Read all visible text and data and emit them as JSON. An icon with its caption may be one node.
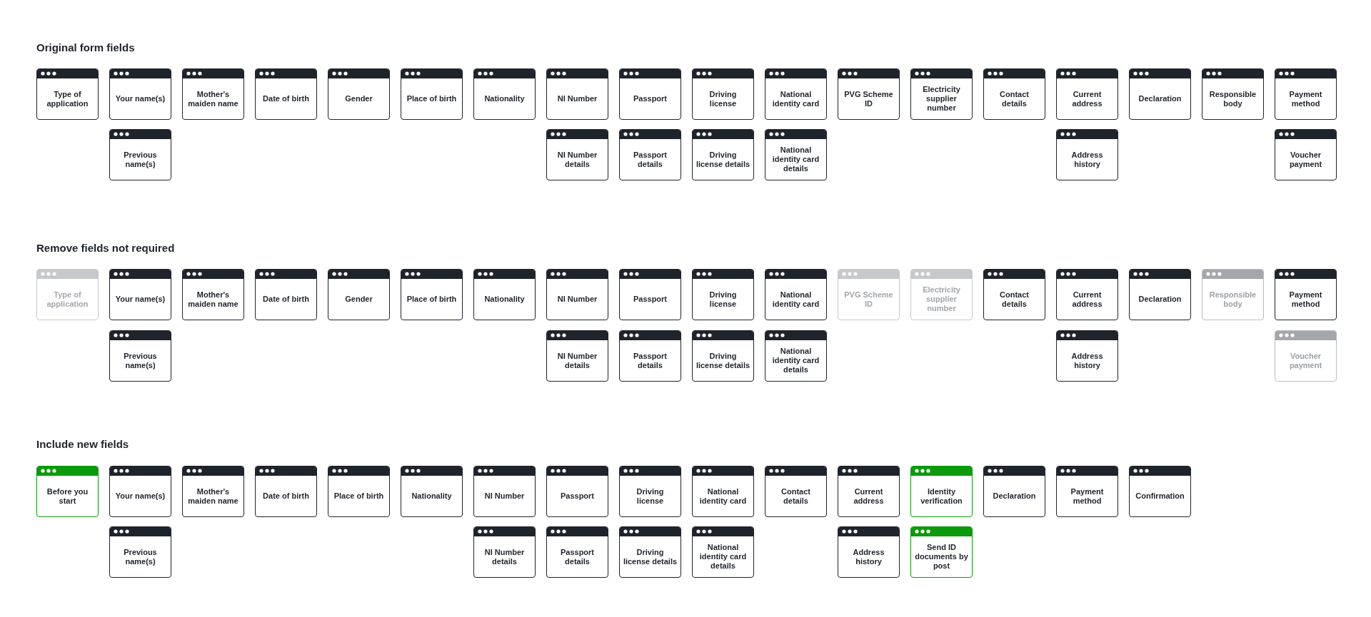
{
  "diagram": {
    "nodes": [
      {
        "text": [
          "Type of application"
        ]
      },
      {
        "text": [
          "Your name(s)"
        ]
      },
      {
        "text": [
          "Mother's maiden name"
        ]
      },
      {
        "text": [
          "Date of birth"
        ]
      },
      {
        "text": [
          "Gender"
        ]
      },
      {
        "text": [
          "Place of birth"
        ]
      },
      {
        "text": [
          "Nationality"
        ]
      },
      {
        "text": [
          "NI Number"
        ]
      },
      {
        "text": [
          "Passport"
        ]
      },
      {
        "text": [
          "Driving license"
        ]
      },
      {
        "text": [
          "National identity card"
        ]
      },
      {
        "text": [
          "PVG Scheme ID"
        ]
      },
      {
        "text": [
          "Electricity supplier number"
        ]
      },
      {
        "text": [
          "Contact details"
        ]
      },
      {
        "text": [
          "Current address"
        ]
      },
      {
        "text": [
          "Declaration"
        ]
      },
      {
        "text": [
          "Responsible body"
        ]
      },
      {
        "text": [
          "Payment method"
        ]
      },
      {
        "text": [
          "Previous name(s)"
        ]
      },
      {
        "text": [
          "NI Number details"
        ]
      },
      {
        "text": [
          "Passport details"
        ]
      },
      {
        "text": [
          "Driving license details"
        ]
      },
      {
        "text": [
          "National identity card details"
        ]
      },
      {
        "text": [
          "Address history"
        ]
      },
      {
        "text": [
          "Voucher payment"
        ]
      },
      {
        "text": [
          "Type of application"
        ]
      },
      {
        "text": [
          "Your name(s)"
        ]
      },
      {
        "text": [
          "Mother's maiden name"
        ]
      },
      {
        "text": [
          "Date of birth"
        ]
      },
      {
        "text": [
          "Gender"
        ]
      },
      {
        "text": [
          "Place of birth"
        ]
      },
      {
        "text": [
          "Nationality"
        ]
      },
      {
        "text": [
          "NI Number"
        ]
      },
      {
        "text": [
          "Passport"
        ]
      },
      {
        "text": [
          "Driving license"
        ]
      },
      {
        "text": [
          "National identity card"
        ]
      },
      {
        "text": [
          "PVG Scheme ID"
        ]
      },
      {
        "text": [
          "Electricity supplier number"
        ]
      },
      {
        "text": [
          "Contact details"
        ]
      },
      {
        "text": [
          "Current address"
        ]
      },
      {
        "text": [
          "Declaration"
        ]
      },
      {
        "text": [
          "Responsible body"
        ]
      },
      {
        "text": [
          "Payment method"
        ]
      },
      {
        "text": [
          "Previous name(s)"
        ]
      },
      {
        "text": [
          "NI Number details"
        ]
      },
      {
        "text": [
          "Passport details"
        ]
      },
      {
        "text": [
          "Driving license details"
        ]
      },
      {
        "text": [
          "National identity card details"
        ]
      },
      {
        "text": [
          "Address history"
        ]
      },
      {
        "text": [
          "Voucher payment"
        ]
      },
      {
        "text": [
          "Before you start"
        ]
      },
      {
        "text": [
          "Your name(s)"
        ]
      },
      {
        "text": [
          "Mother's maiden name"
        ]
      },
      {
        "text": [
          "Date of birth"
        ]
      },
      {
        "text": [
          "Place of birth"
        ]
      },
      {
        "text": [
          "Nationality"
        ]
      },
      {
        "text": [
          "NI Number"
        ]
      },
      {
        "text": [
          "Passport"
        ]
      },
      {
        "text": [
          "Driving license"
        ]
      },
      {
        "text": [
          "National identity card"
        ]
      },
      {
        "text": [
          "Contact details"
        ]
      },
      {
        "text": [
          "Current address"
        ]
      },
      {
        "text": [
          "Identity verification"
        ]
      },
      {
        "text": [
          "Declaration"
        ]
      },
      {
        "text": [
          "Payment method"
        ]
      },
      {
        "text": [
          "Confirmation"
        ]
      },
      {
        "text": [
          "Previous name(s)"
        ]
      },
      {
        "text": [
          "NI Number details"
        ]
      },
      {
        "text": [
          "Passport details"
        ]
      },
      {
        "text": [
          "Driving license details"
        ]
      },
      {
        "text": [
          "National identity card details"
        ]
      },
      {
        "text": [
          "Address history"
        ]
      },
      {
        "text": [
          "Send ID documents by post"
        ]
      }
    ],
    "edges": [],
    "labels": [
      "Original form fields",
      "Remove fields not required",
      "Include new fields"
    ]
  }
}
